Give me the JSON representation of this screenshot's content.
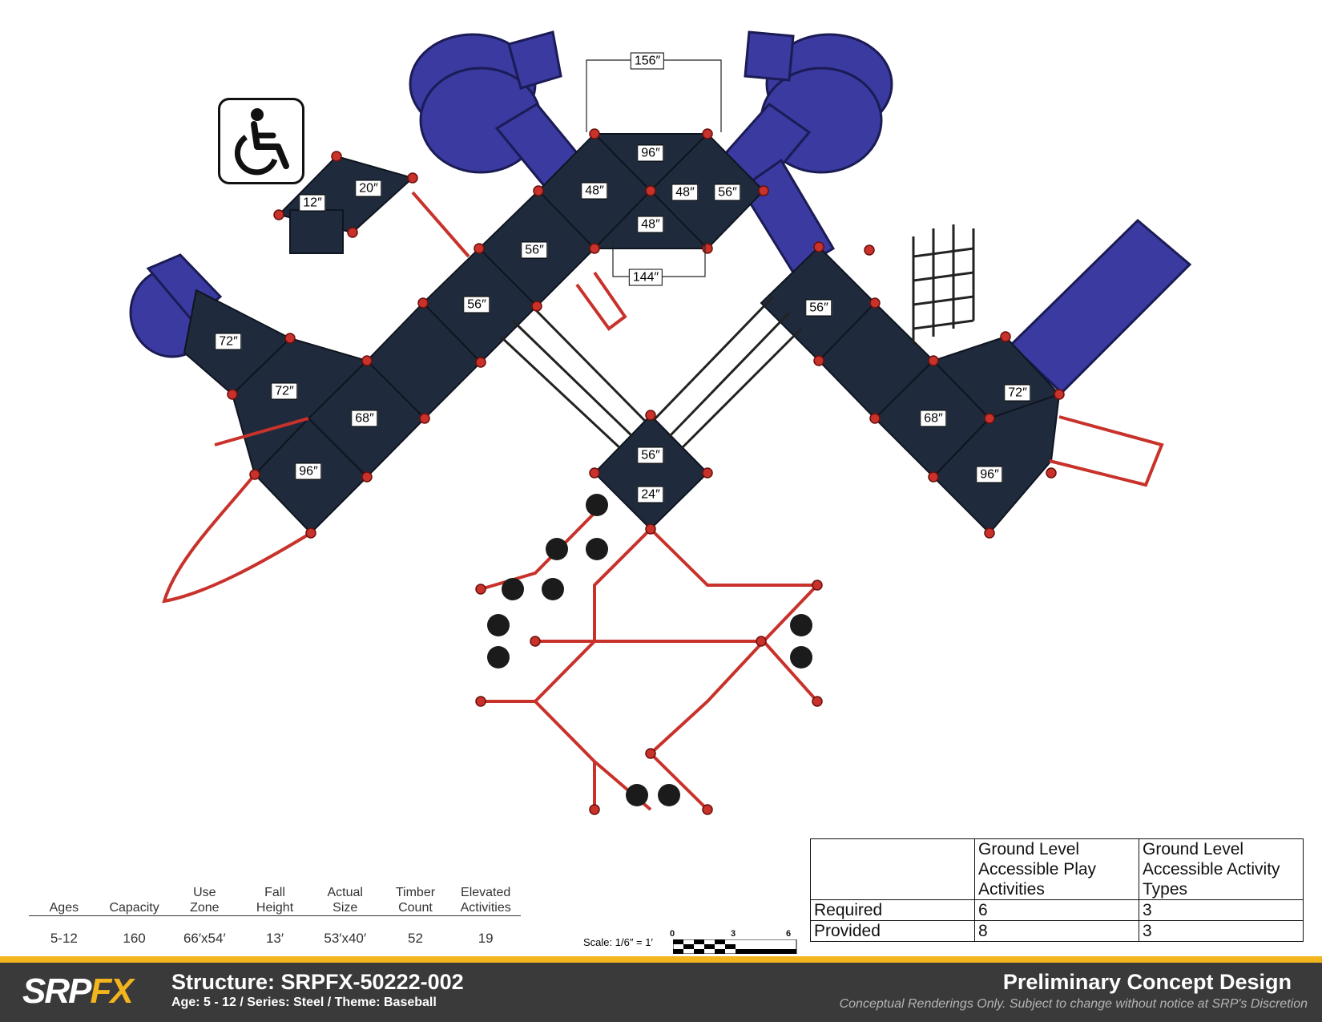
{
  "plan_labels": [
    "156″",
    "96″",
    "48″",
    "48″",
    "56″",
    "48″",
    "56″",
    "144″",
    "56″",
    "56″",
    "20″",
    "12″",
    "72″",
    "72″",
    "68″",
    "96″",
    "56″",
    "24″",
    "68″",
    "72″",
    "96″"
  ],
  "specs": {
    "headers": [
      "Ages",
      "Capacity",
      "Use\nZone",
      "Fall\nHeight",
      "Actual\nSize",
      "Timber\nCount",
      "Elevated\nActivities"
    ],
    "values": [
      "5-12",
      "160",
      "66′x54′",
      "13′",
      "53′x40′",
      "52",
      "19"
    ]
  },
  "scale": {
    "text": "Scale: 1/6″ = 1′",
    "ticks": [
      "0",
      "3",
      "6"
    ]
  },
  "accessibility": {
    "col1_header": "Ground Level Accessible Play Activities",
    "col2_header": "Ground Level Accessible Activity Types",
    "rows": [
      {
        "label": "Required",
        "play": "6",
        "types": "3"
      },
      {
        "label": "Provided",
        "play": "8",
        "types": "3"
      }
    ]
  },
  "footer": {
    "logo_a": "SRP",
    "logo_b": "FX",
    "structure": "Structure: SRPFX-50222-002",
    "subtitle": "Age: 5 - 12 / Series: Steel / Theme: Baseball",
    "design": "Preliminary Concept Design",
    "disclaimer": "Conceptual Renderings Only. Subject to change without notice at SRP's Discretion"
  },
  "colors": {
    "deck": "#1f2b3c",
    "slide": "#3a3aa0",
    "rail": "#c8322b",
    "accent": "#f2b51d",
    "footer": "#3a3a3a"
  }
}
